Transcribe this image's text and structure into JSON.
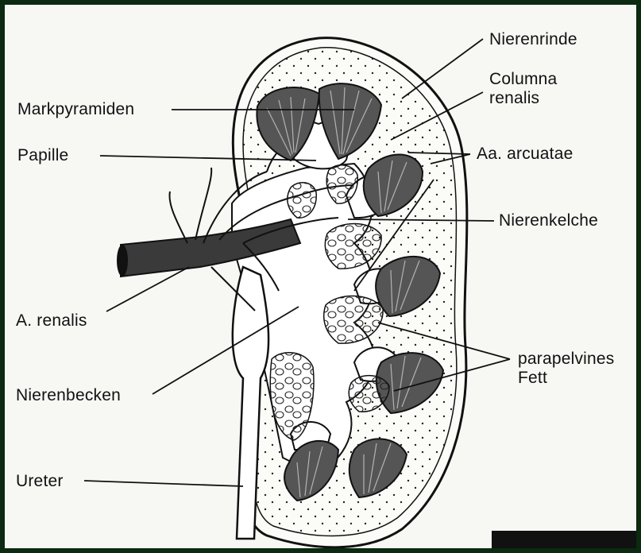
{
  "labels": {
    "nierenrinde": "Nierenrinde",
    "columna": "Columna",
    "renalis": "renalis",
    "markpyramiden": "Markpyramiden",
    "papille": "Papille",
    "aa_arcuatae": "Aa. arcuatae",
    "nierenkelche": "Nierenkelche",
    "a_renalis": "A. renalis",
    "nierenbecken": "Nierenbecken",
    "parapelvines": "parapelvines",
    "fett": "Fett",
    "ureter": "Ureter"
  },
  "colors": {
    "frame_border": "#0b2a10",
    "paper": "#f7f7f4",
    "ink": "#111111",
    "pelvis": "#ffffff"
  }
}
